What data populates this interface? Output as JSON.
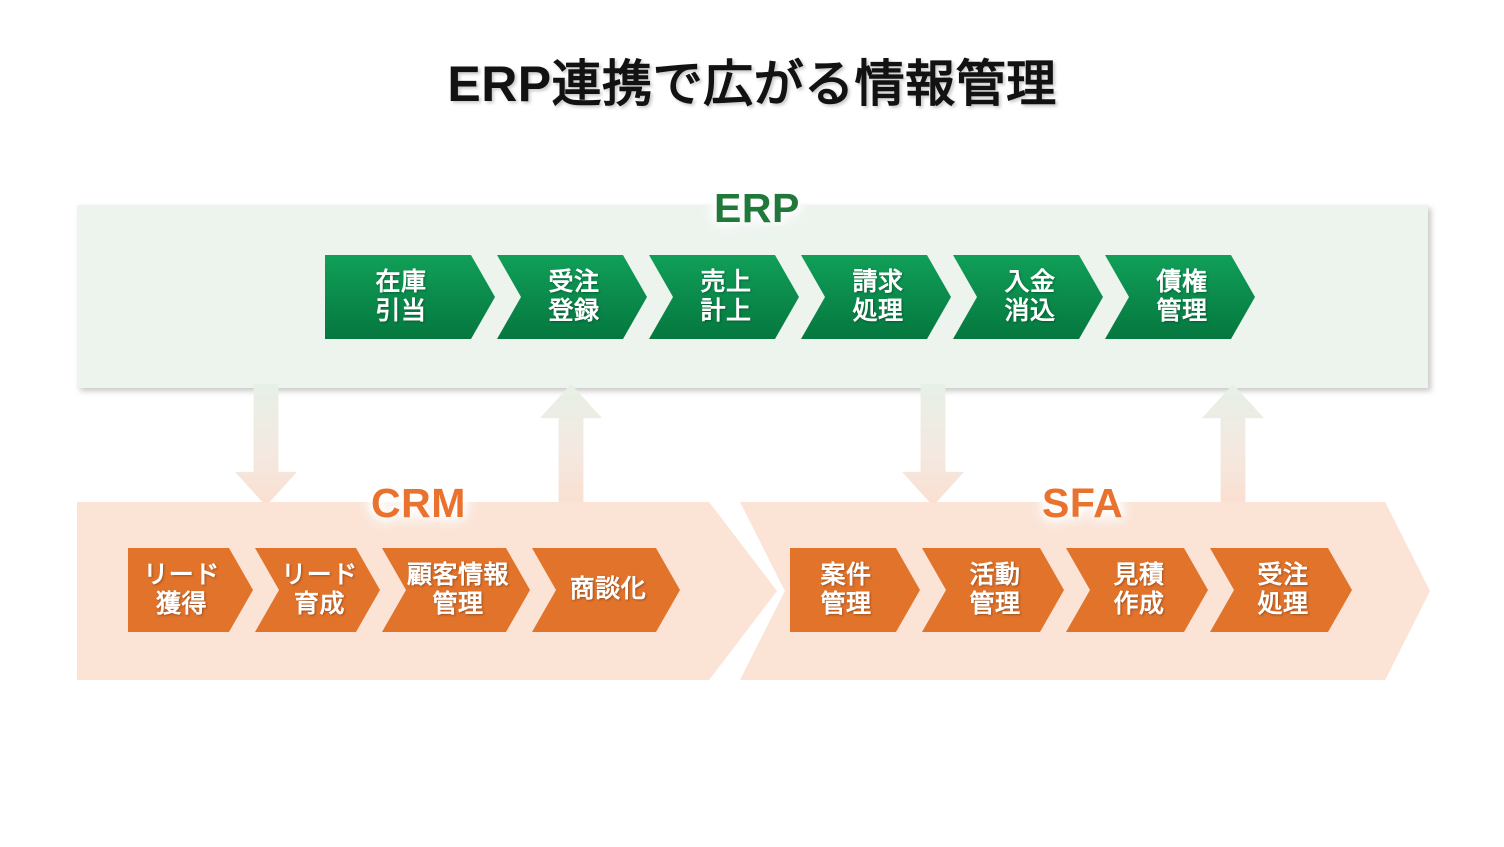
{
  "title": "ERP連携で広がる情報管理",
  "colors": {
    "erp_band_bg": "#edf4ee",
    "erp_chevron_from": "#10a058",
    "erp_chevron_to": "#05773f",
    "erp_label": "#20783a",
    "crm_sfa_band_bg": "#fbe4d6",
    "crm_sfa_chevron": "#e2732b",
    "crm_sfa_label": "#e8722e",
    "title_text": "#121212",
    "chevron_text": "#ffffff",
    "page_bg": "#ffffff"
  },
  "bands": {
    "erp": {
      "label": "ERP",
      "steps": [
        {
          "line1": "在庫",
          "line2": "引当",
          "text": "在庫\n引当"
        },
        {
          "line1": "受注",
          "line2": "登録",
          "text": "受注\n登録"
        },
        {
          "line1": "売上",
          "line2": "計上",
          "text": "売上\n計上"
        },
        {
          "line1": "請求",
          "line2": "処理",
          "text": "請求\n処理"
        },
        {
          "line1": "入金",
          "line2": "消込",
          "text": "入金\n消込"
        },
        {
          "line1": "債権",
          "line2": "管理",
          "text": "債権\n管理"
        }
      ]
    },
    "crm": {
      "label": "CRM",
      "steps": [
        {
          "line1": "リード",
          "line2": "獲得",
          "text": "リード\n獲得"
        },
        {
          "line1": "リード",
          "line2": "育成",
          "text": "リード\n育成"
        },
        {
          "line1": "顧客情報",
          "line2": "管理",
          "text": "顧客情報\n管理"
        },
        {
          "line1": "商談化",
          "line2": "",
          "text": "商談化"
        }
      ]
    },
    "sfa": {
      "label": "SFA",
      "steps": [
        {
          "line1": "案件",
          "line2": "管理",
          "text": "案件\n管理"
        },
        {
          "line1": "活動",
          "line2": "管理",
          "text": "活動\n管理"
        },
        {
          "line1": "見積",
          "line2": "作成",
          "text": "見積\n作成"
        },
        {
          "line1": "受注",
          "line2": "処理",
          "text": "受注\n処理"
        }
      ]
    }
  },
  "connectors": [
    {
      "id": "erp-to-crm",
      "direction": "down"
    },
    {
      "id": "crm-to-erp",
      "direction": "up"
    },
    {
      "id": "erp-to-sfa",
      "direction": "down"
    },
    {
      "id": "sfa-to-erp",
      "direction": "up"
    }
  ]
}
